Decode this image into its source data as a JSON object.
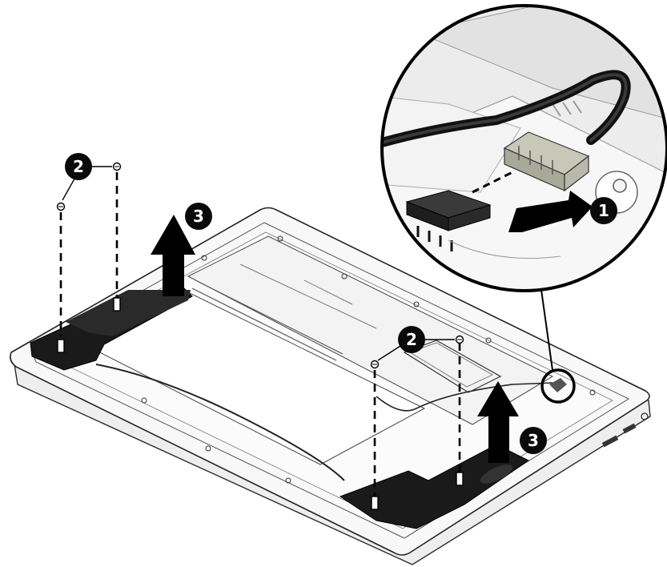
{
  "callouts": [
    {
      "id": "c1",
      "label": "1"
    },
    {
      "id": "c2a",
      "label": "2"
    },
    {
      "id": "c2b",
      "label": "2"
    },
    {
      "id": "c3a",
      "label": "3"
    },
    {
      "id": "c3b",
      "label": "3"
    }
  ],
  "colors": {
    "chassis_fill": "#f6f6f6",
    "chassis_stroke": "#2a2a2a",
    "speaker": "#1a1a1a",
    "callout_bg": "#0a0a0a",
    "callout_text": "#ffffff",
    "arrow": "#000000"
  },
  "icons": [
    "screw-icon",
    "lift-arrow-icon",
    "connector-icon",
    "magnifier-circle"
  ]
}
